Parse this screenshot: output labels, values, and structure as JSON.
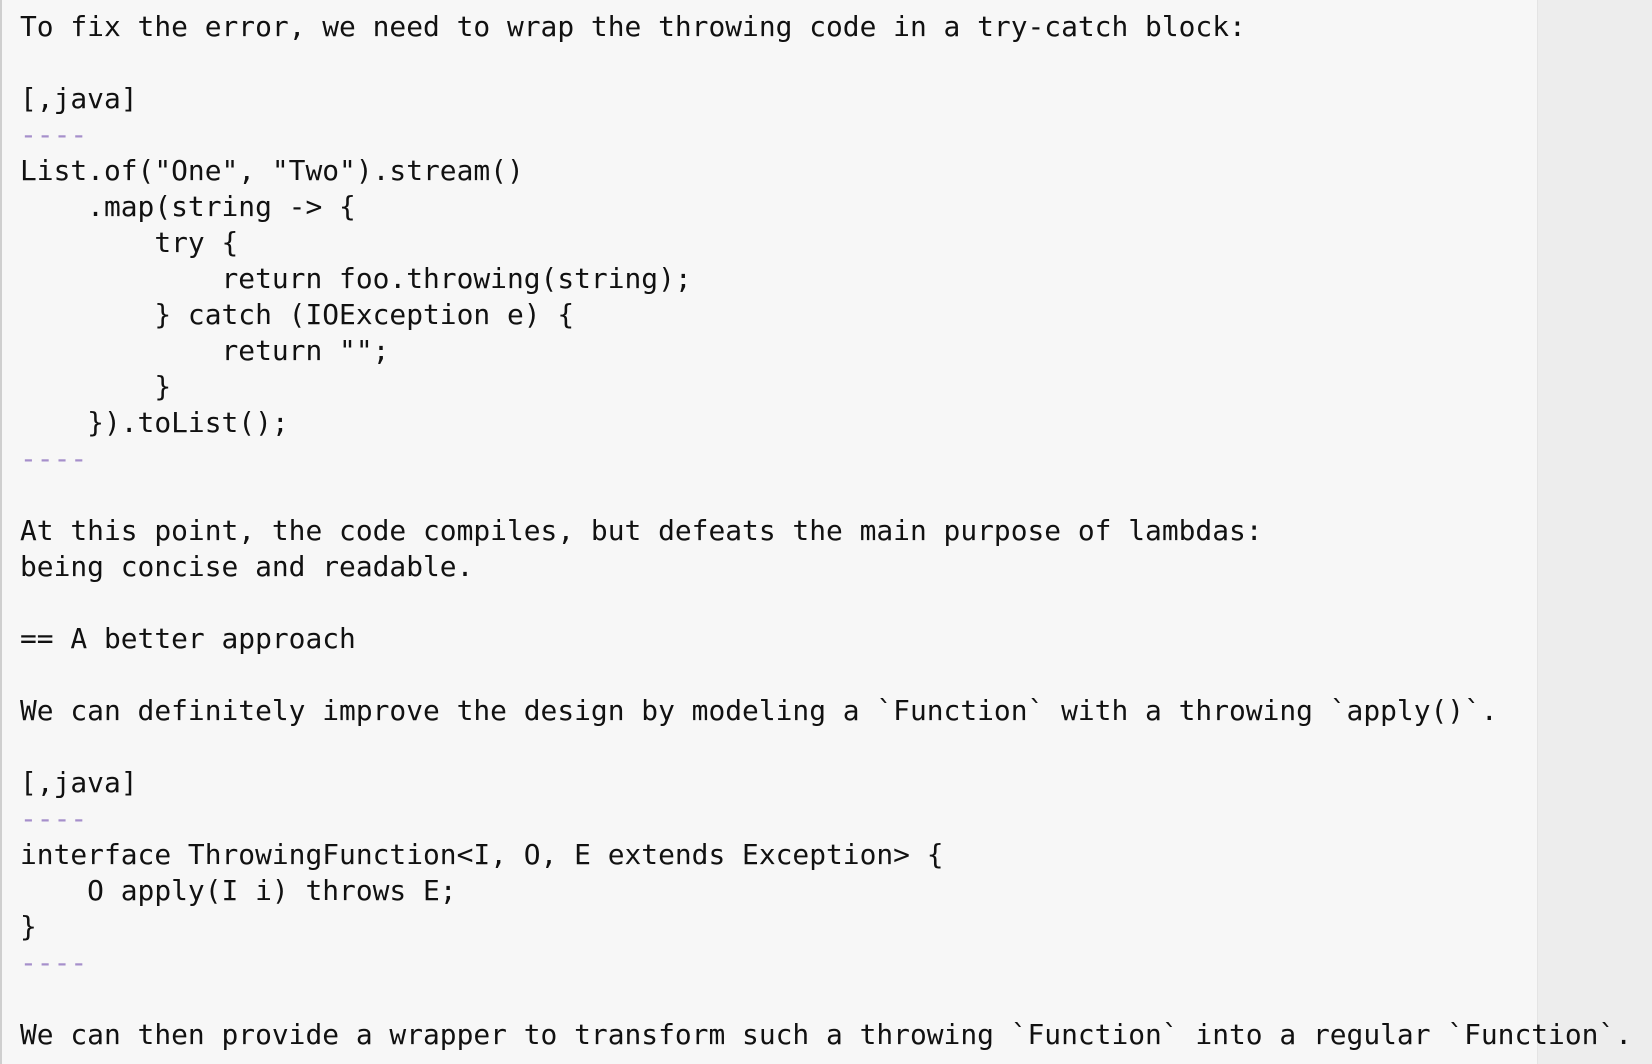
{
  "editor": {
    "lines": [
      {
        "text": "To fix the error, we need to wrap the throwing code in a try-catch block:",
        "kind": "text"
      },
      {
        "text": "",
        "kind": "blank"
      },
      {
        "text": "[,java]",
        "kind": "text"
      },
      {
        "text": "----",
        "kind": "delimiter"
      },
      {
        "text": "List.of(\"One\", \"Two\").stream()",
        "kind": "code"
      },
      {
        "text": "    .map(string -> {",
        "kind": "code"
      },
      {
        "text": "        try {",
        "kind": "code"
      },
      {
        "text": "            return foo.throwing(string);",
        "kind": "code"
      },
      {
        "text": "        } catch (IOException e) {",
        "kind": "code"
      },
      {
        "text": "            return \"\";",
        "kind": "code"
      },
      {
        "text": "        }",
        "kind": "code"
      },
      {
        "text": "    }).toList();",
        "kind": "code"
      },
      {
        "text": "----",
        "kind": "delimiter"
      },
      {
        "text": "",
        "kind": "blank"
      },
      {
        "text": "At this point, the code compiles, but defeats the main purpose of lambdas:",
        "kind": "text"
      },
      {
        "text": "being concise and readable.",
        "kind": "text"
      },
      {
        "text": "",
        "kind": "blank"
      },
      {
        "text": "== A better approach",
        "kind": "heading"
      },
      {
        "text": "",
        "kind": "blank"
      },
      {
        "text": "We can definitely improve the design by modeling a `Function` with a throwing `apply()`.",
        "kind": "text"
      },
      {
        "text": "",
        "kind": "blank"
      },
      {
        "text": "[,java]",
        "kind": "text"
      },
      {
        "text": "----",
        "kind": "delimiter"
      },
      {
        "text": "interface ThrowingFunction<I, O, E extends Exception> {",
        "kind": "code"
      },
      {
        "text": "    O apply(I i) throws E;",
        "kind": "code"
      },
      {
        "text": "}",
        "kind": "code"
      },
      {
        "text": "----",
        "kind": "delimiter"
      },
      {
        "text": "",
        "kind": "blank"
      },
      {
        "text": "We can then provide a wrapper to transform such a throwing `Function` into a regular `Function`.",
        "kind": "text"
      }
    ]
  },
  "colors": {
    "delimiter": "#a68fcb",
    "background": "#f7f7f7",
    "gutter": "#ededed"
  }
}
